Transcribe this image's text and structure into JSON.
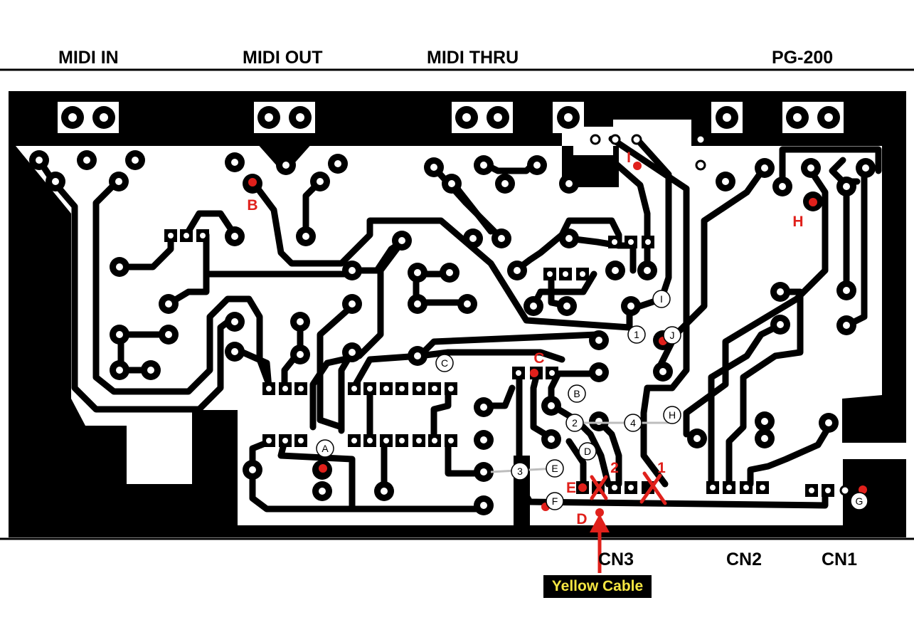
{
  "headers": {
    "midi_in": "MIDI IN",
    "midi_out": "MIDI OUT",
    "midi_thru": "MIDI THRU",
    "pg200": "PG-200"
  },
  "connectors": {
    "cn3": "CN3",
    "cn2": "CN2",
    "cn1": "CN1"
  },
  "cable_label": "Yellow Cable",
  "red_labels": {
    "b": "B",
    "h": "H",
    "i": "I",
    "c": "C",
    "e": "E",
    "d": "D",
    "two": "2",
    "one": "1"
  },
  "circle_labels": {
    "c": "C",
    "a": "A",
    "b": "B",
    "i": "I",
    "j": "J",
    "h": "H",
    "e": "E",
    "f": "F",
    "g": "G",
    "d": "D",
    "n1": "1",
    "n2": "2",
    "n3": "3",
    "n4": "4"
  },
  "colors": {
    "trace": "#000000",
    "board": "#000000",
    "annotation": "#e0201b",
    "label_bg": "#000000",
    "label_text": "#f5e642"
  }
}
